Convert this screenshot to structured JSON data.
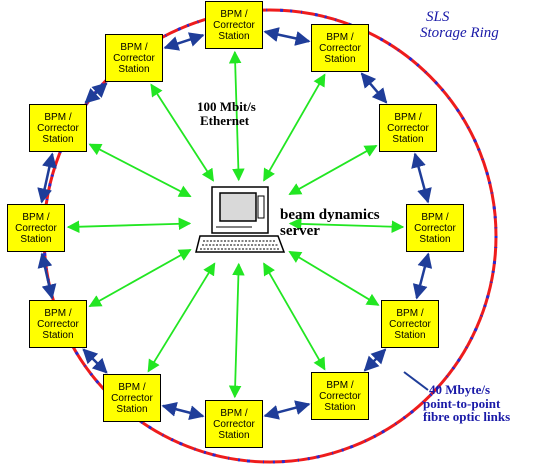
{
  "ring": {
    "title_line1": "SLS",
    "title_line2": "Storage Ring",
    "colors": {
      "ring_red": "#ee1c1c",
      "ring_blue": "#2a2ad0",
      "link_blue": "#1f3d99",
      "ethernet_green": "#22e622",
      "station_yellow": "#ffff00"
    }
  },
  "ethernet": {
    "line1": "100 Mbit/s",
    "line2": "Ethernet"
  },
  "server": {
    "line1": "beam dynamics",
    "line2": "server",
    "icon": "computer-workstation-icon"
  },
  "links": {
    "line1": "40 Mbyte/s",
    "line2": "point-to-point",
    "line3": "fibre optic links"
  },
  "stations": [
    {
      "line1": "BPM /",
      "line2": "Corrector",
      "line3": "Station"
    },
    {
      "line1": "BPM /",
      "line2": "Corrector",
      "line3": "Station"
    },
    {
      "line1": "BPM /",
      "line2": "Corrector",
      "line3": "Station"
    },
    {
      "line1": "BPM /",
      "line2": "Corrector",
      "line3": "Station"
    },
    {
      "line1": "BPM /",
      "line2": "Corrector",
      "line3": "Station"
    },
    {
      "line1": "BPM /",
      "line2": "Corrector",
      "line3": "Station"
    },
    {
      "line1": "BPM /",
      "line2": "Corrector",
      "line3": "Station"
    },
    {
      "line1": "BPM /",
      "line2": "Corrector",
      "line3": "Station"
    },
    {
      "line1": "BPM /",
      "line2": "Corrector",
      "line3": "Station"
    },
    {
      "line1": "BPM /",
      "line2": "Corrector",
      "line3": "Station"
    },
    {
      "line1": "BPM /",
      "line2": "Corrector",
      "line3": "Station"
    },
    {
      "line1": "BPM /",
      "line2": "Corrector",
      "line3": "Station"
    }
  ]
}
